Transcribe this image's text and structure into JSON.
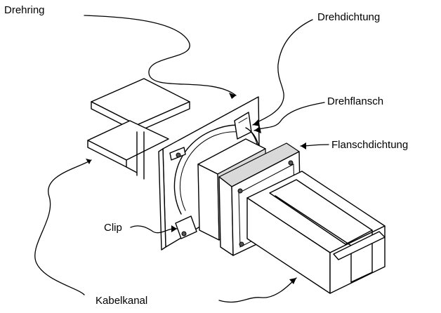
{
  "labels": {
    "drehring": "Drehring",
    "drehdichtung": "Drehdichtung",
    "drehflansch": "Drehflansch",
    "flanschdichtung": "Flanschdichtung",
    "clip": "Clip",
    "kabelkanal": "Kabelkanal"
  },
  "colors": {
    "ink": "#000000",
    "paper": "#ffffff"
  }
}
